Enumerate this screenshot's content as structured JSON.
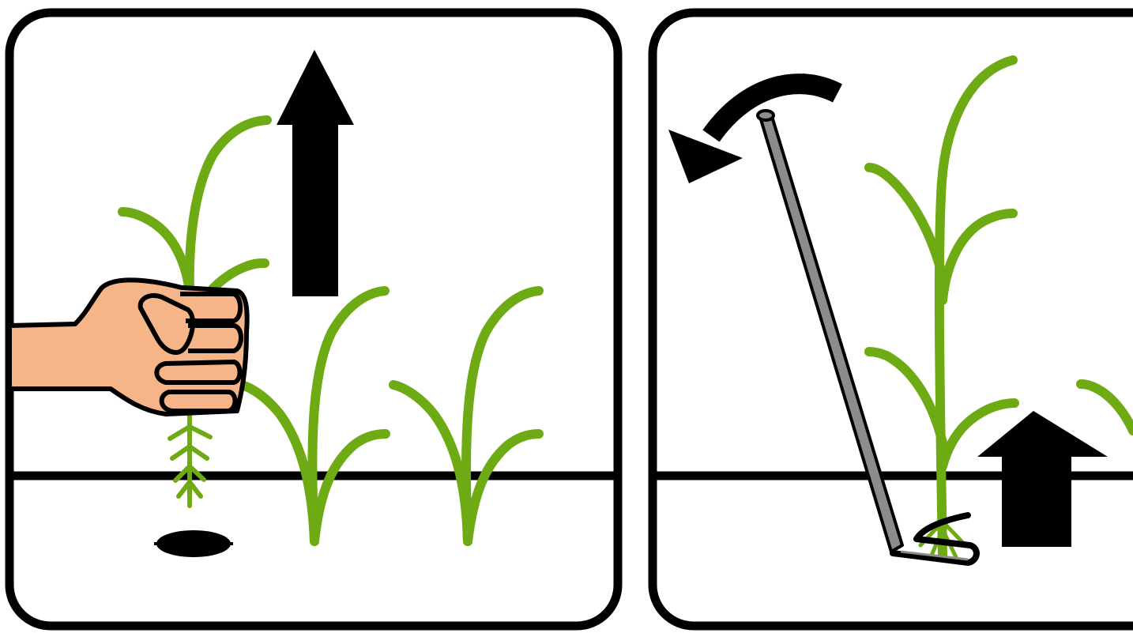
{
  "panels": [
    {
      "method": "hand-pulling",
      "motion": "pull-up",
      "crop_plants_remaining": 2,
      "weed_removed": true,
      "hole_left_in_soil": true
    },
    {
      "method": "hoe",
      "tool": "hoe",
      "motion": "lever-back-and-lift",
      "weed_lifted_with_roots": true
    }
  ],
  "colors": {
    "outline": "#000000",
    "background": "#ffffff",
    "plant": "#6eaa14",
    "skin": "#f5b589",
    "tool_shaft": "#8c8c8c",
    "arrow": "#000000"
  }
}
